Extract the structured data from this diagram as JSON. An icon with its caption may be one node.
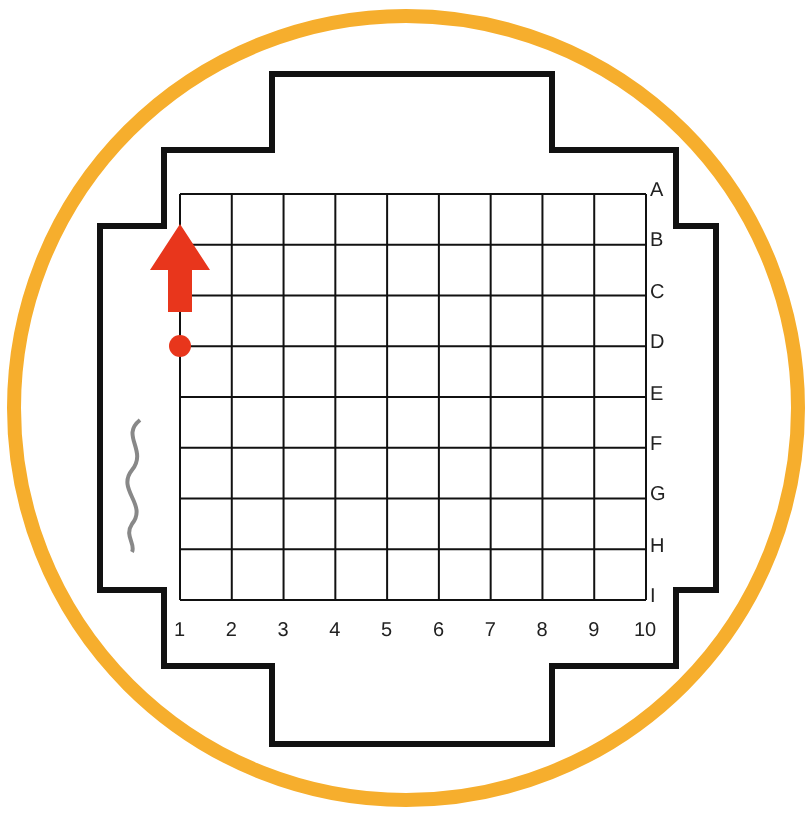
{
  "diagram": {
    "labels": [
      "A",
      "B",
      "C",
      "D",
      "E",
      "F",
      "G",
      "H",
      "I",
      "1",
      "2",
      "3",
      "4",
      "5",
      "6",
      "7",
      "8",
      "9",
      "10"
    ]
  }
}
